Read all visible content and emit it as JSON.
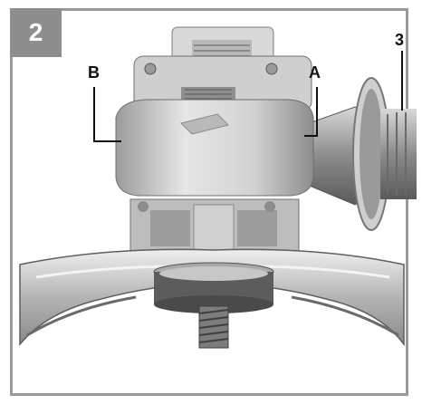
{
  "figure": {
    "number": "2",
    "callouts": {
      "b": "B",
      "a": "A",
      "three": "3"
    }
  },
  "colors": {
    "frame": "#9a9a9a",
    "badge": "#8e8e8e",
    "metal_light": "#e4e4e4",
    "metal_mid": "#c9c9c9",
    "metal_dark": "#8a8a8a",
    "shadow": "#4a4a4a"
  }
}
